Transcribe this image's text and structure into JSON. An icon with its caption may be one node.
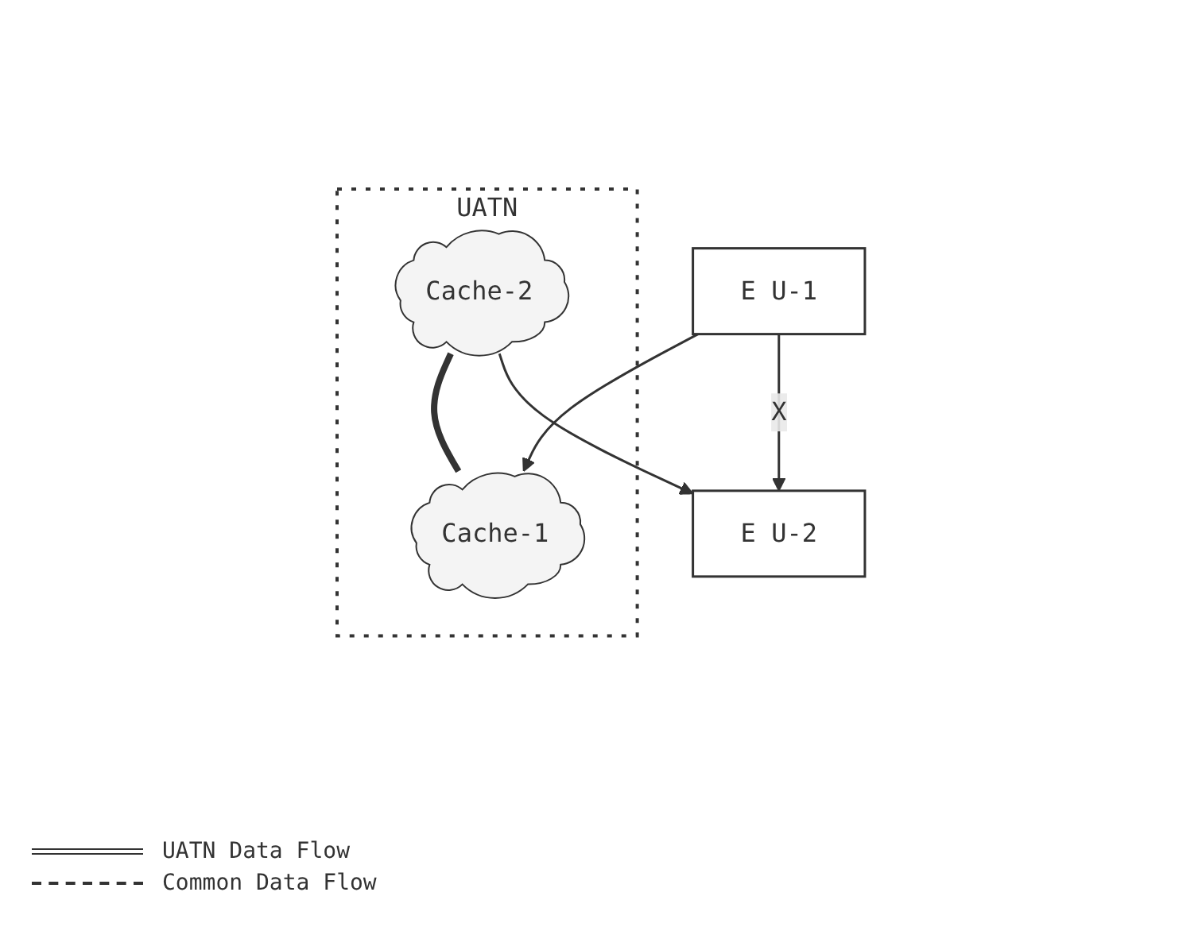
{
  "diagram": {
    "nodes": [
      {
        "text": [
          "E U-1"
        ]
      },
      {
        "text": [
          "UATN"
        ]
      },
      {
        "text": [
          "Cache-2"
        ],
        "in": 1
      },
      {
        "text": [
          "Cache-1"
        ],
        "in": 1
      },
      {
        "text": [
          "E U-2"
        ]
      }
    ],
    "edges": [
      {
        "from": 0,
        "to": 3,
        "arrow": "to"
      },
      {
        "from": 0,
        "to": 4,
        "arrow": "to",
        "label": "X"
      },
      {
        "from": 2,
        "to": 3,
        "arrow": "none",
        "style": "thick"
      },
      {
        "from": 2,
        "to": 4,
        "arrow": "to"
      }
    ],
    "legend": [
      {
        "text": "UATN Data Flow"
      },
      {
        "text": "Common Data Flow"
      }
    ]
  }
}
